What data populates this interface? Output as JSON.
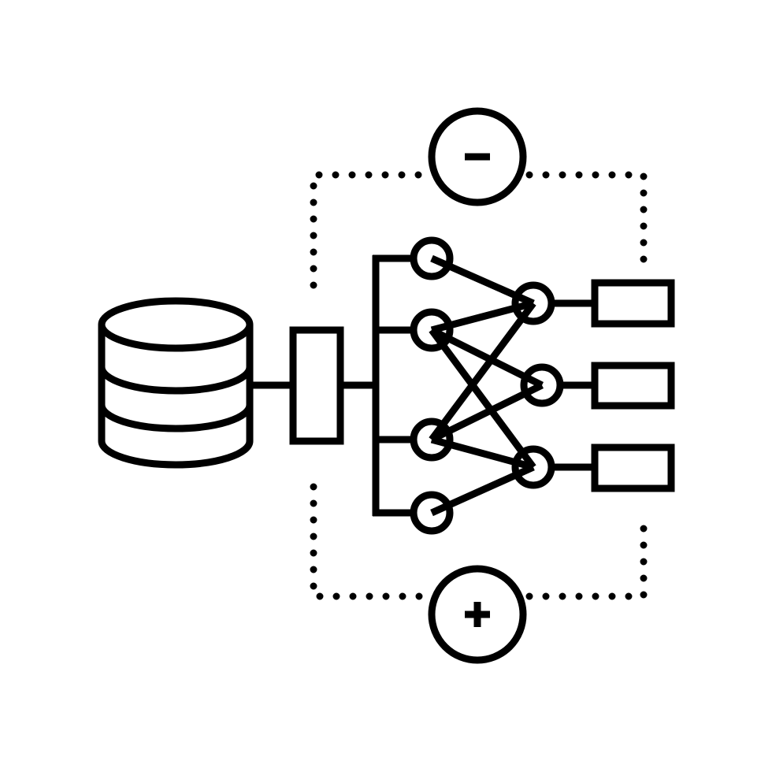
{
  "colors": {
    "line": "#000000",
    "fill": "#ffffff",
    "background": "#ffffff"
  },
  "icon": "machine-learning-data-pipeline-icon",
  "parts": {
    "source": "database-icon",
    "preprocessor": "processing-block",
    "network": "neural-network",
    "outputs": [
      "output-box",
      "output-box",
      "output-box"
    ],
    "negative_feedback": "minus-icon",
    "positive_feedback": "plus-icon"
  }
}
